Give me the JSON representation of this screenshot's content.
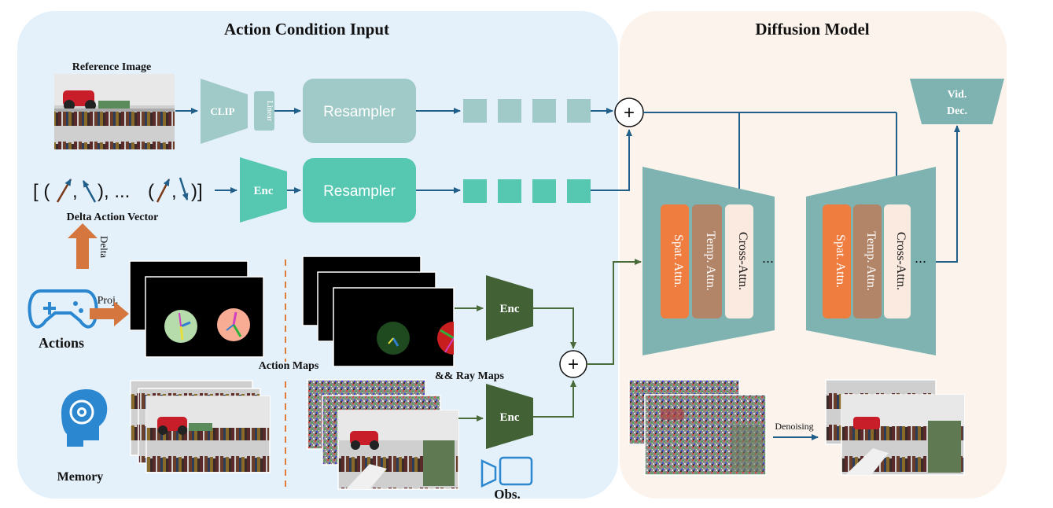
{
  "panels": {
    "left_title": "Action Condition Input",
    "right_title": "Diffusion Model"
  },
  "labels": {
    "reference_image": "Reference Image",
    "delta_action_vector": "Delta Action Vector",
    "delta": "Delta",
    "proj": "Proj.",
    "actions": "Actions",
    "memory": "Memory",
    "action_maps": "Action Maps",
    "ray_maps": "&& Ray Maps",
    "obs": "Obs.",
    "denoising": "Denoising"
  },
  "blocks": {
    "clip": "CLIP",
    "linear": "Linear",
    "resampler_top": "Resampler",
    "resampler_mid": "Resampler",
    "enc_delta": "Enc",
    "enc_action": "Enc",
    "enc_obs": "Enc",
    "vid_dec_line1": "Vid.",
    "vid_dec_line2": "Dec."
  },
  "unet_blocks": {
    "left": {
      "spatial": "Spat. Attn.",
      "temporal": "Temp. Attn.",
      "cross": "Cross-Attn.",
      "more": "..."
    },
    "right": {
      "spatial": "Spat. Attn.",
      "temporal": "Temp. Attn.",
      "cross": "Cross-Attn.",
      "more": "..."
    }
  },
  "action_vector_text": {
    "open": "[ (",
    "sep1": ",",
    "mid": "), ...",
    "open2": "(",
    "sep2": ",",
    "close": ")]"
  },
  "symbols": {
    "plus": "+"
  },
  "colors": {
    "left_panel_bg": "#e4f1fb",
    "right_panel_bg": "#fcf4ec",
    "light_teal": "#9fcac7",
    "teal": "#56c8b2",
    "dark_green": "#426235",
    "unet": "#7fb3b1",
    "orange": "#ef7d3f",
    "brown": "#b28568",
    "cream": "#fbeadf",
    "arrow_blue": "#1f5f8a",
    "arrow_green": "#4a6b3a",
    "delta_arrow": "#d5763f"
  }
}
